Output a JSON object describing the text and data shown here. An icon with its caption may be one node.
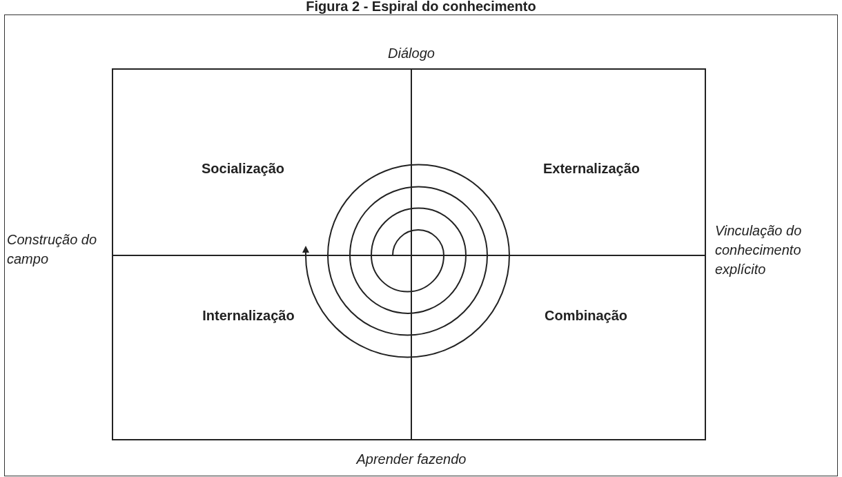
{
  "diagram": {
    "title": "Figura 2 - Espiral do conhecimento",
    "labels": [
      "Diálogo",
      "Socialização",
      "Externalização",
      "Construção do campo",
      "Vinculação do conhecimento explícito",
      "Internalização",
      "Combinação",
      "Aprender fazendo"
    ]
  }
}
